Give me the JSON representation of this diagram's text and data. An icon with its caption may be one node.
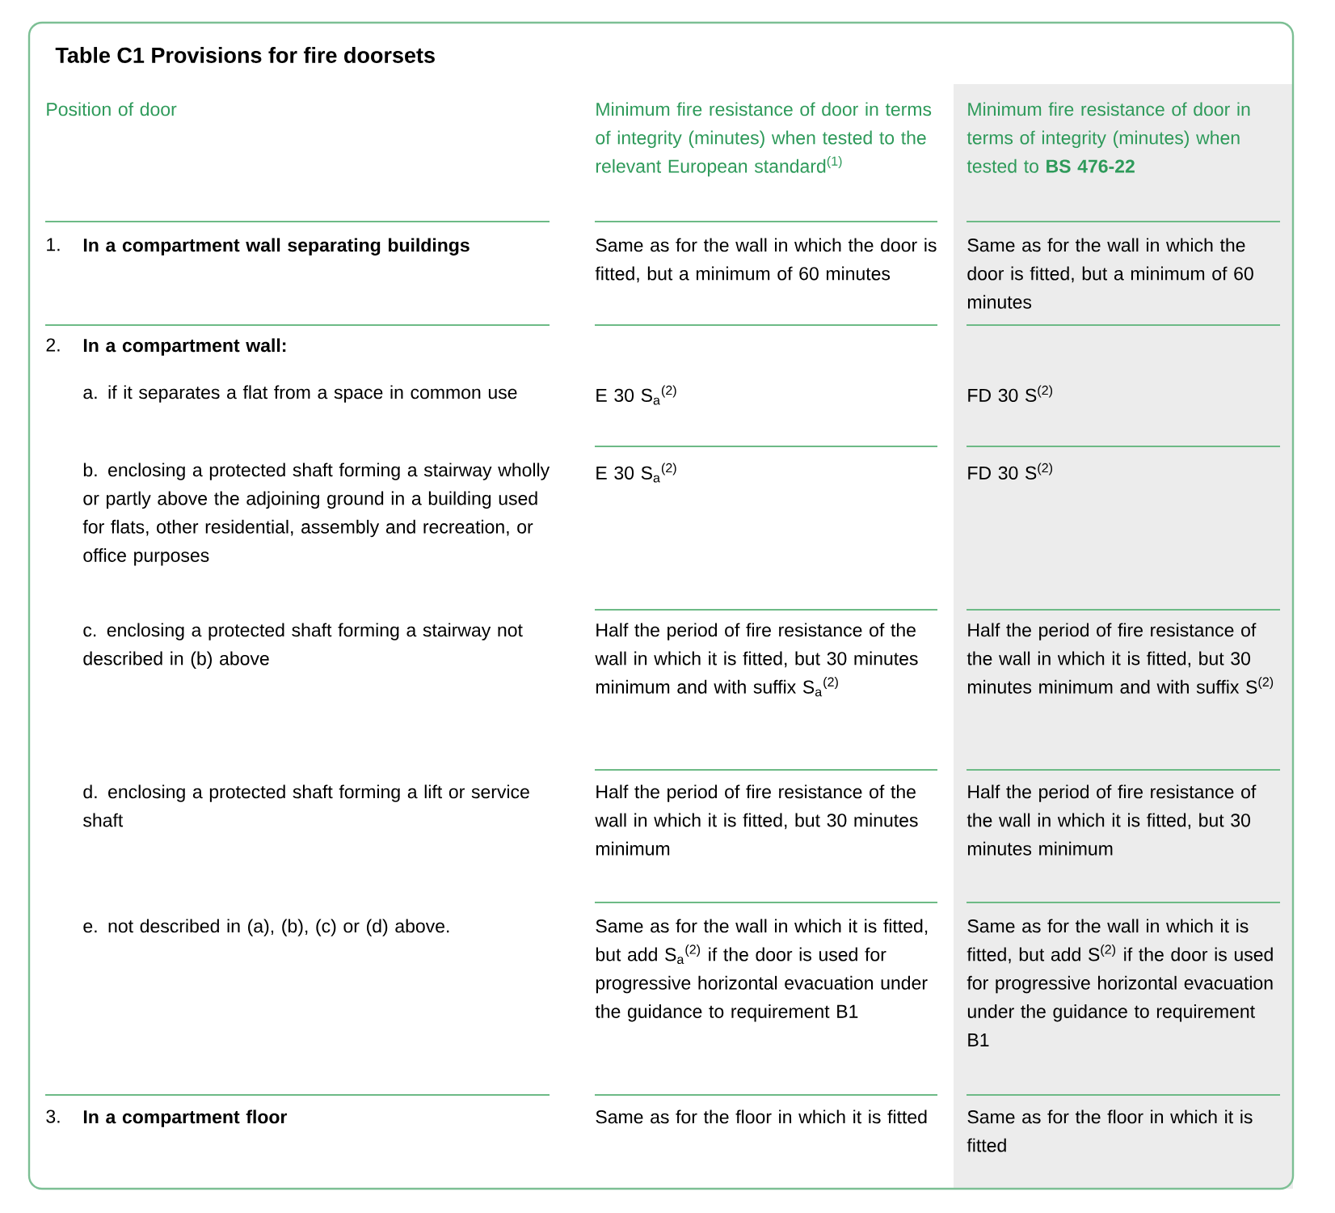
{
  "diagram": {
    "title": "Table C1  Provisions for fire doorsets",
    "labels": [
      "Position of door",
      "Minimum fire resistance of door in terms of integrity (minutes) when tested to the relevant European standard$^{(1)}$",
      "Minimum fire resistance of door in terms of integrity (minutes) when tested to **BS 476-22**",
      "1.",
      "In a compartment wall separating buildings",
      "Same as for the wall in which the door is fitted, but a minimum of 60 minutes",
      "Same as for the wall in which the door is fitted, but a minimum of 60 minutes",
      "2.",
      "In a compartment wall:",
      "a. if it separates a flat from a space in common use",
      "E 30 S$_{a}$$^{(2)}$",
      "FD 30 S$^{(2)}$",
      "b. enclosing a protected shaft forming a stairway wholly or partly above the adjoining ground in a building used for flats, other residential, assembly and recreation, or office purposes",
      "E 30 S$_{a}$$^{(2)}$",
      "FD 30 S$^{(2)}$",
      "c. enclosing a protected shaft forming a stairway not described in (b) above",
      "Half the period of fire resistance of the wall in which it is fitted, but 30 minutes minimum and with suffix S$_{a}$$^{(2)}$",
      "Half the period of fire resistance of the wall in which it is fitted, but 30 minutes minimum and with suffix S$^{(2)}$",
      "d. enclosing a protected shaft forming a lift or service shaft",
      "Half the period of fire resistance of the wall in which it is fitted, but 30 minutes minimum",
      "Half the period of fire resistance of the wall in which it is fitted, but 30 minutes minimum",
      "e. not described in (a), (b), (c) or (d) above.",
      "Same as for the wall in which it is fitted, but add S$_{a}$$^{(2)}$ if the door is used for progressive horizontal evacuation under the guidance to requirement B1",
      "Same as for the wall in which it is fitted, but add S$^{(2)}$ if the door is used for progressive horizontal evacuation under the guidance to requirement B1",
      "3.",
      "In a compartment floor",
      "Same as for the floor in which it is fitted",
      "Same as for the floor in which it is fitted"
    ]
  }
}
